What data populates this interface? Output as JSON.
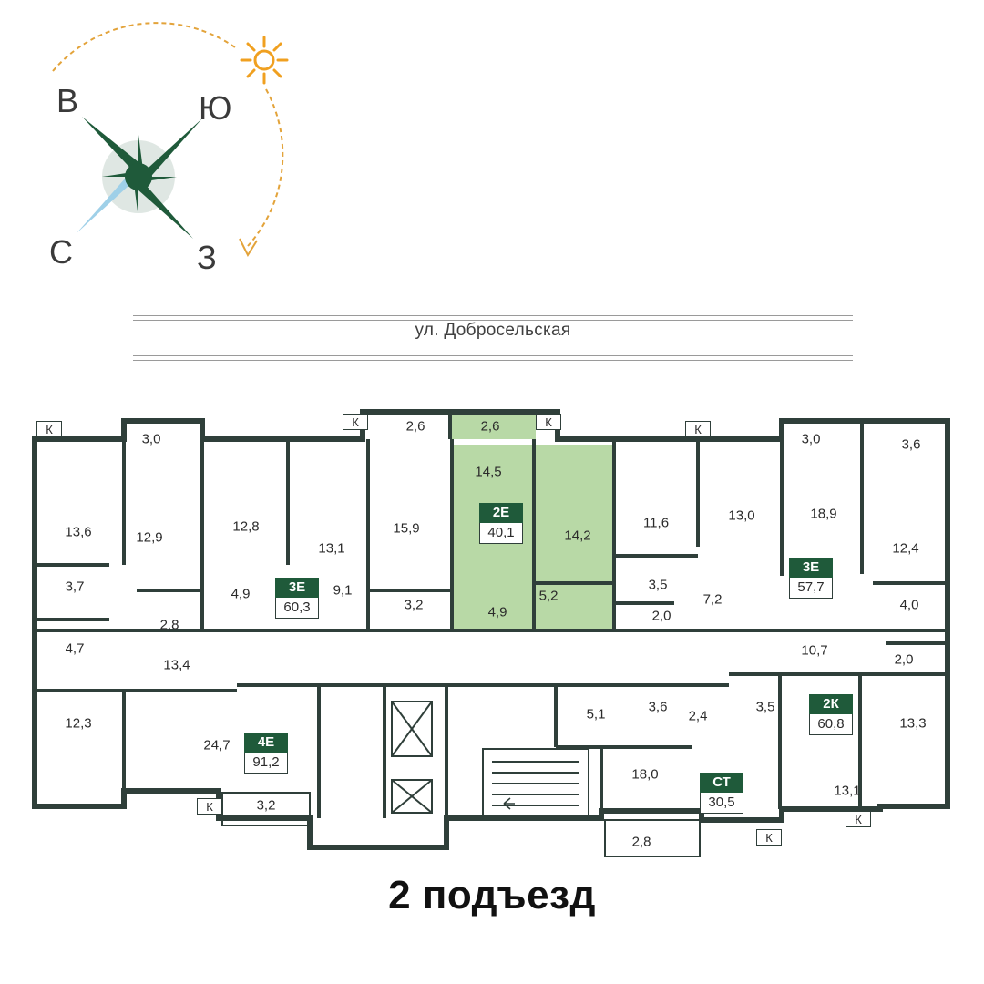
{
  "compass": {
    "north": "С",
    "south": "Ю",
    "east": "В",
    "west": "З",
    "colors": {
      "needle": "#1f5a3a",
      "south_needle": "#9fd0e8",
      "sun": "#f0a020",
      "arc": "#e3a33a"
    },
    "icons": {
      "sun": "sun-icon",
      "arrow": "arc-arrow-icon"
    }
  },
  "street": {
    "name": "ул. Добросельская"
  },
  "plan": {
    "colors": {
      "wall": "#2f3f3a",
      "highlight": "#b8d9a6",
      "highlight_dark": "#a7cd92",
      "badge": "#1f5a3a"
    },
    "storage_label": "К",
    "areas": [
      "3,0",
      "13,6",
      "12,9",
      "12,8",
      "13,1",
      "15,9",
      "2,6",
      "2,6",
      "14,5",
      "14,2",
      "11,6",
      "13,0",
      "3,0",
      "3,6",
      "18,9",
      "12,4",
      "3,7",
      "4,9",
      "9,1",
      "3,2",
      "4,9",
      "5,2",
      "3,5",
      "2,0",
      "7,2",
      "4,0",
      "2,8",
      "4,7",
      "13,4",
      "10,7",
      "2,0",
      "12,3",
      "24,7",
      "3,2",
      "5,1",
      "3,6",
      "2,4",
      "3,5",
      "13,3",
      "18,0",
      "13,1",
      "2,8"
    ],
    "apartments": [
      {
        "type": "3Е",
        "area": "60,3"
      },
      {
        "type": "2Е",
        "area": "40,1"
      },
      {
        "type": "3Е",
        "area": "57,7"
      },
      {
        "type": "4Е",
        "area": "91,2"
      },
      {
        "type": "2К",
        "area": "60,8"
      },
      {
        "type": "СТ",
        "area": "30,5"
      }
    ]
  },
  "entrance": {
    "label": "2 подъезд"
  }
}
